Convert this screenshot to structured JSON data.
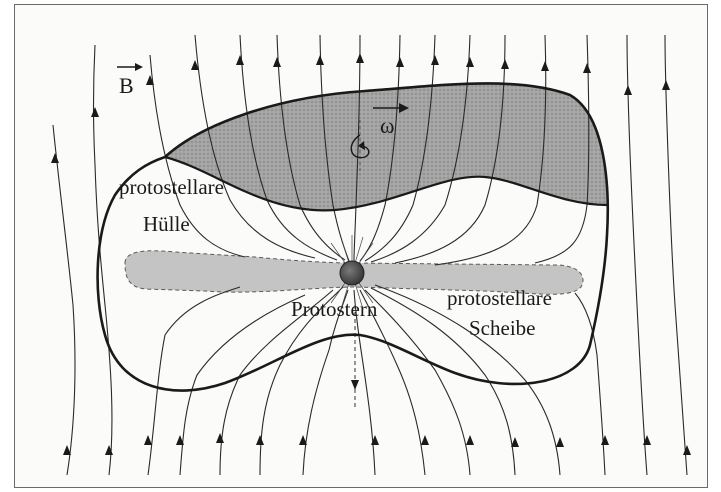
{
  "labels": {
    "b_field": "B",
    "omega": "ω",
    "envelope_line1": "protostellare",
    "envelope_line2": "Hülle",
    "protostar": "Protostern",
    "disk_line1": "protostellare",
    "disk_line2": "Scheibe"
  },
  "colors": {
    "background": "#fbfbf9",
    "frame": "#6a6a6a",
    "field_lines": "#2a2a2a",
    "envelope_outline": "#1a1a1a",
    "shaded_envelope": "#9a9a9a",
    "disk": "#c4c4c4",
    "protostar": "#4a4a4a"
  },
  "icons": [
    "b-vector-arrow-icon",
    "omega-vector-arrow-icon",
    "rotation-arrow-icon",
    "field-direction-arrow-icon"
  ]
}
